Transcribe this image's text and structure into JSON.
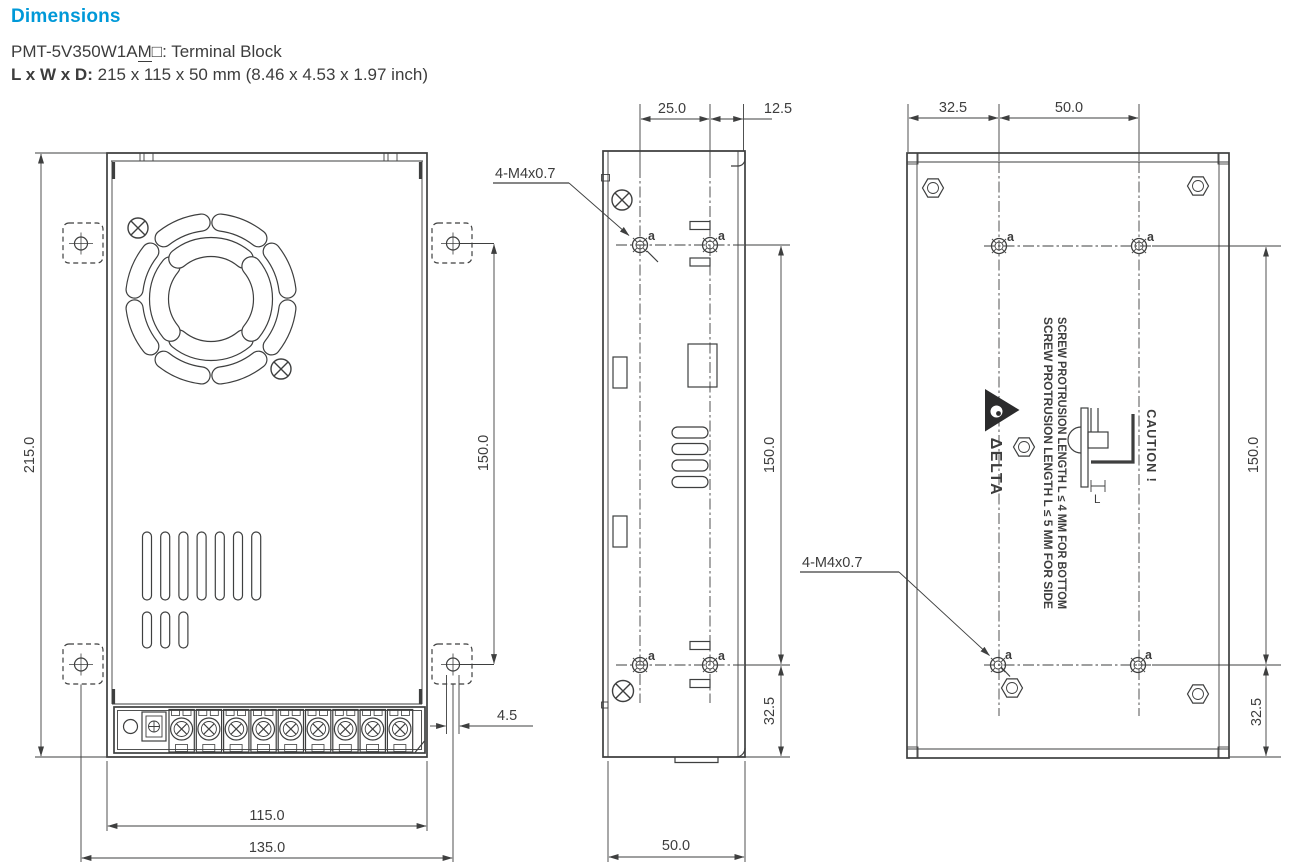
{
  "header": {
    "title": "Dimensions",
    "model_prefix": "PMT-5V350W1A",
    "model_m": "M",
    "model_box": "□",
    "model_desc": ": Terminal Block",
    "size_label": "L x W x D:",
    "size_value": "215 x 115 x 50 mm (8.46 x 4.53 x 1.97 inch)"
  },
  "colors": {
    "accent": "#0099d8",
    "line": "#3e3f3f",
    "text": "#3d3d3d",
    "logo": "#2b2b2c"
  },
  "front_view": {
    "dim_height": "215.0",
    "dim_hole_span": "150.0",
    "dim_width": "115.0",
    "dim_bracket_span": "135.0",
    "dim_bracket_hole": "4.5"
  },
  "side_view": {
    "dim_hole_pitch": "25.0",
    "dim_edge_offset": "12.5",
    "dim_hole_span": "150.0",
    "dim_bottom_offset": "32.5",
    "dim_depth": "50.0",
    "thread_label": "4-M4x0.7",
    "hole_tag": "a"
  },
  "bottom_view": {
    "dim_side_offset": "32.5",
    "dim_hole_pitch": "50.0",
    "dim_hole_span": "150.0",
    "dim_bottom_offset": "32.5",
    "thread_label": "4-M4x0.7",
    "hole_tag": "a",
    "logo_text": "ΔELTA",
    "caution_line1": "SCREW PROTRUSION LENGTH  L ≤ 4 MM FOR BOTTOM",
    "caution_line2": "SCREW PROTRUSION LENGTH  L ≤ 5 MM FOR SIDE",
    "caution_title": "CAUTION !",
    "length_symbol": "L"
  }
}
